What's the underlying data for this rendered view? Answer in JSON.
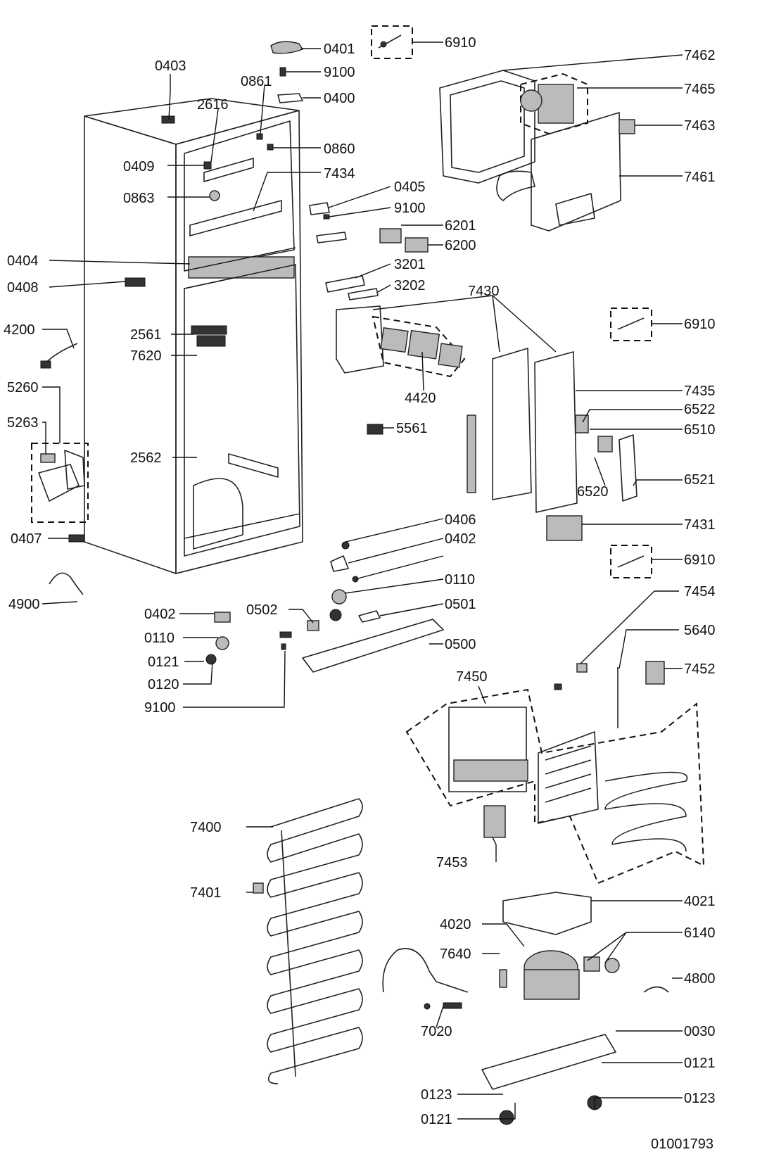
{
  "diagram": {
    "drawing_number": "01001793",
    "labels": [
      "0401",
      "9100",
      "0400",
      "6910",
      "7462",
      "7465",
      "7463",
      "7461",
      "0403",
      "0861",
      "2616",
      "0860",
      "0409",
      "7434",
      "0863",
      "0405",
      "9100",
      "6201",
      "6200",
      "0404",
      "3201",
      "0408",
      "3202",
      "7430",
      "6910",
      "4200",
      "2561",
      "7620",
      "4420",
      "7435",
      "5260",
      "5263",
      "6522",
      "5561",
      "6510",
      "2562",
      "6521",
      "6520",
      "7431",
      "0406",
      "0407",
      "0402",
      "6910",
      "0110",
      "4900",
      "0501",
      "0402",
      "0502",
      "0110",
      "0500",
      "0121",
      "0120",
      "9100",
      "7454",
      "5640",
      "7452",
      "7450",
      "7400",
      "7453",
      "7401",
      "4021",
      "4020",
      "6140",
      "7640",
      "4800",
      "7020",
      "0030",
      "0121",
      "0123",
      "0123",
      "0121"
    ]
  }
}
